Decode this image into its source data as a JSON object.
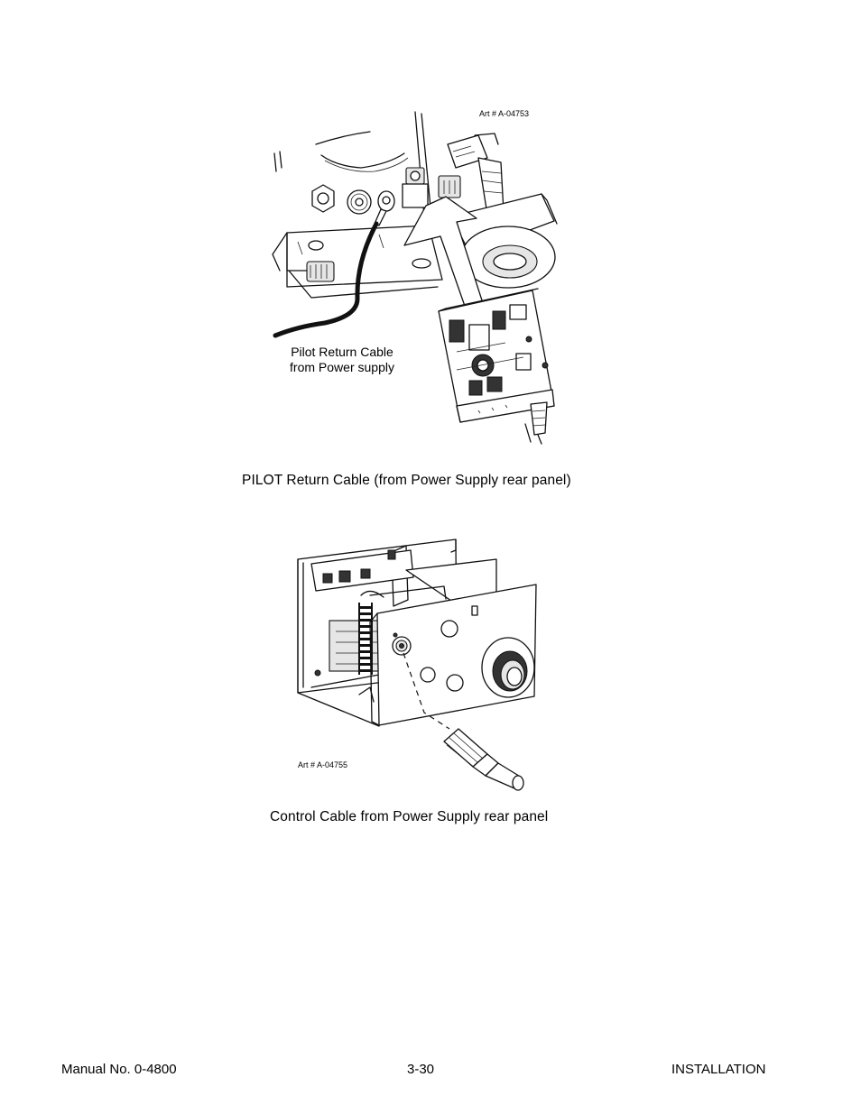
{
  "figure1": {
    "art_number": "Art # A-04753",
    "callout_line1": "Pilot Return Cable",
    "callout_line2": "from Power supply",
    "caption": "PILOT Return Cable (from Power Supply rear panel)"
  },
  "figure2": {
    "art_number": "Art # A-04755",
    "caption": "Control Cable from Power Supply rear panel"
  },
  "footer": {
    "manual": "Manual No. 0-4800",
    "page": "3-30",
    "section": "INSTALLATION"
  }
}
